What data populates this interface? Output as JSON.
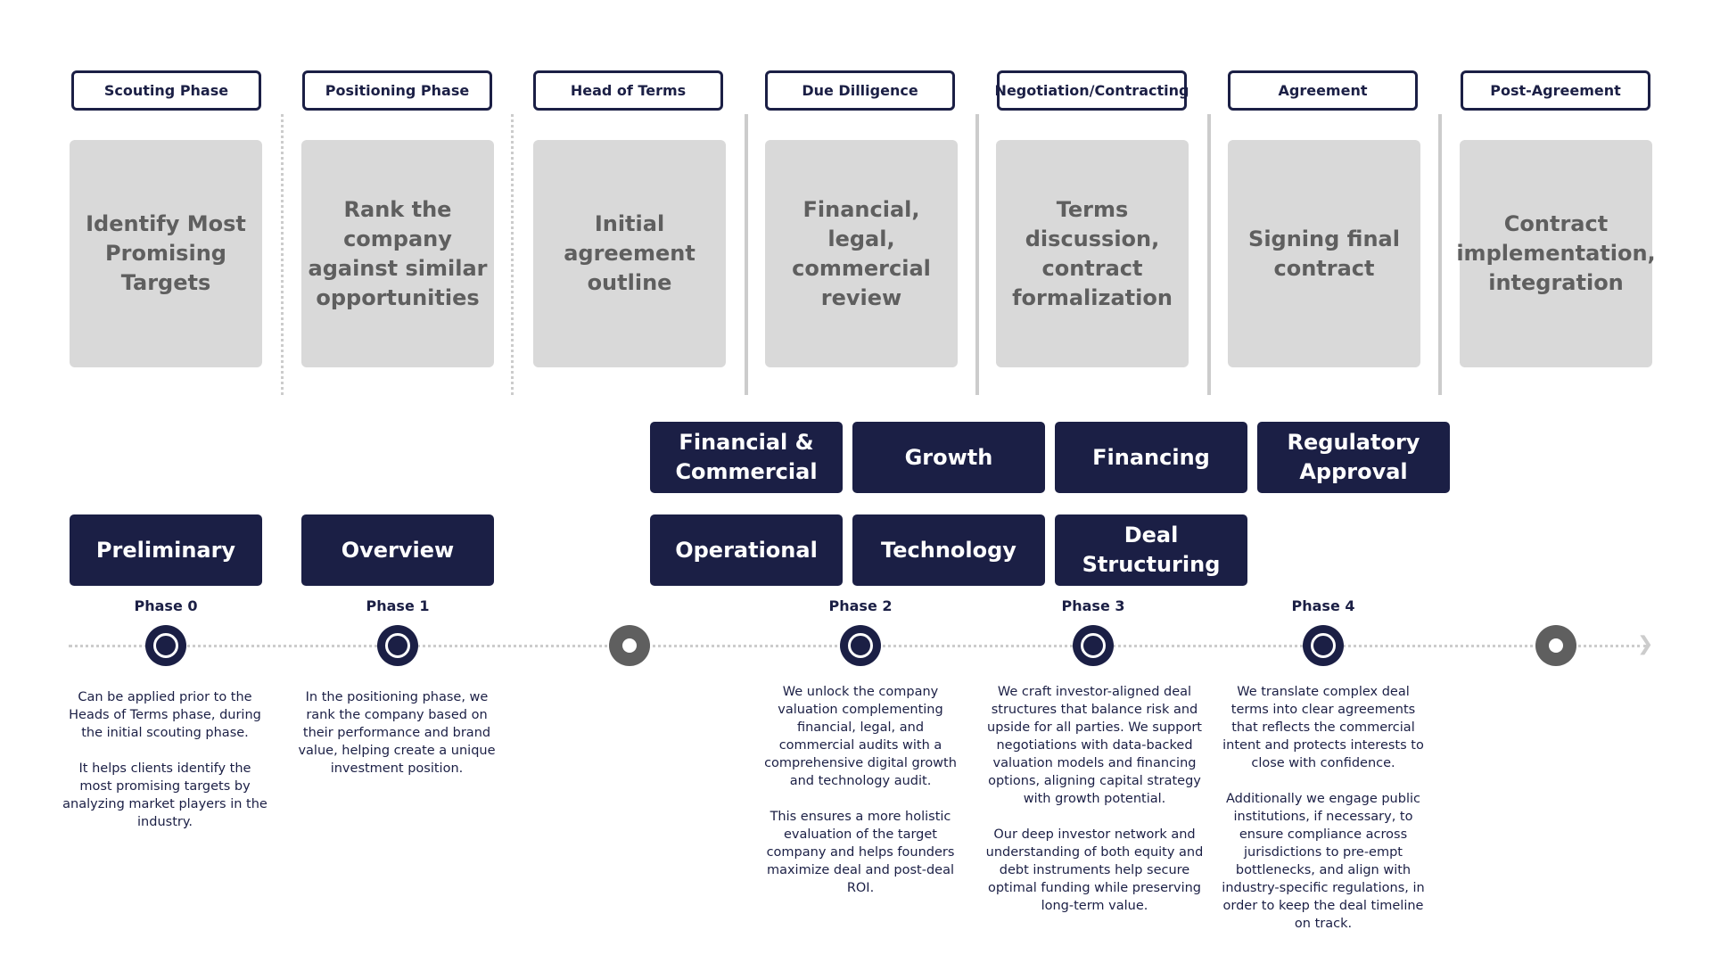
{
  "colors": {
    "navy": "#1b1f45",
    "card_gray": "#d9d9d9",
    "card_text": "#5f5f5f",
    "separator": "#cccccc"
  },
  "phase_tabs": [
    "Scouting Phase",
    "Positioning Phase",
    "Head of Terms",
    "Due Dilligence",
    "Negotiation/Contracting",
    "Agreement",
    "Post-Agreement"
  ],
  "phase_cards": [
    "Identify Most Promising Targets",
    "Rank the company against similar opportunities",
    "Initial agreement outline",
    "Financial, legal, commercial review",
    "Terms discussion, contract formalization",
    "Signing final contract",
    "Contract implementation, integration"
  ],
  "service_blocks": {
    "preliminary": "Preliminary",
    "overview": "Overview",
    "financial_commercial": "Financial & Commercial",
    "operational": "Operational",
    "growth": "Growth",
    "technology": "Technology",
    "financing": "Financing",
    "deal_structuring": "Deal Structuring",
    "regulatory_approval": "Regulatory Approval"
  },
  "phase_labels": {
    "phase0": "Phase 0",
    "phase1": "Phase 1",
    "phase2": "Phase 2",
    "phase3": "Phase 3",
    "phase4": "Phase 4"
  },
  "descriptions": {
    "phase0": [
      "Can be applied prior to the Heads of Terms phase, during the initial scouting phase.",
      "It helps clients identify the most promising targets by analyzing market players in the industry."
    ],
    "phase1": [
      "In the positioning phase, we rank the company based on their performance and brand value, helping create a unique investment position."
    ],
    "phase2": [
      "We unlock the company valuation complementing financial, legal, and commercial audits with a comprehensive digital growth and technology audit.",
      "This ensures a more holistic evaluation of the target company and helps founders maximize deal and post-deal ROI."
    ],
    "phase3": [
      "We craft investor-aligned deal structures that balance risk and upside for all parties. We support negotiations with data-backed valuation models and financing options, aligning capital strategy with growth potential.",
      "Our deep investor network and understanding of both equity and debt instruments help secure optimal funding while preserving long-term value."
    ],
    "phase4": [
      "We translate complex deal terms into clear agreements that reflects the commercial intent and protects interests to close with confidence.",
      "Additionally we engage public institutions, if necessary, to ensure compliance across jurisdictions to pre-empt bottlenecks, and align with industry-specific regulations, in order to keep the deal timeline on track."
    ]
  }
}
